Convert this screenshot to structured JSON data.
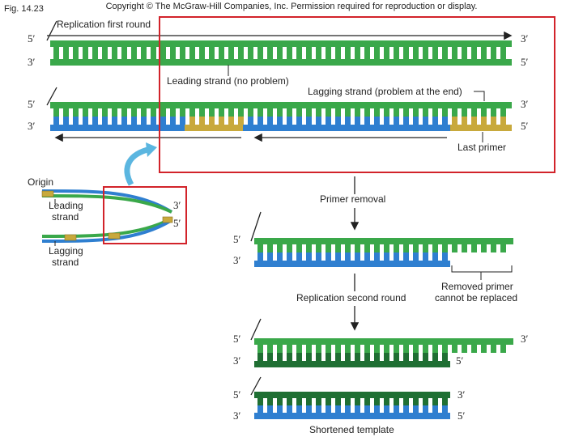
{
  "figure_label": "Fig. 14.23",
  "copyright": "Copyright © The McGraw-Hill Companies, Inc. Permission required for reproduction or display.",
  "ends": {
    "five_prime": "5′",
    "three_prime": "3′"
  },
  "labels": {
    "replication_first_round": "Replication first round",
    "leading_strand": "Leading strand (no problem)",
    "lagging_strand": "Lagging strand (problem at the end)",
    "last_primer": "Last primer",
    "origin": "Origin",
    "leading_line1": "Leading",
    "leading_line2": "strand",
    "lagging_line1": "Lagging",
    "lagging_line2": "strand",
    "primer_removal": "Primer removal",
    "removed_primer_line1": "Removed primer",
    "removed_primer_line2": "cannot be replaced",
    "replication_second_round": "Replication second round",
    "shortened_template": "Shortened template"
  },
  "colors": {
    "template_green": "#3aa84a",
    "template_green_light": "#7fd08a",
    "new_blue": "#2f7fd0",
    "new_blue_light": "#7fb7ea",
    "primer_tan": "#c8a93c",
    "new_dark_green": "#1f6f33",
    "highlight_red": "#d2232a",
    "arrow_blue": "#5bb6e0"
  }
}
